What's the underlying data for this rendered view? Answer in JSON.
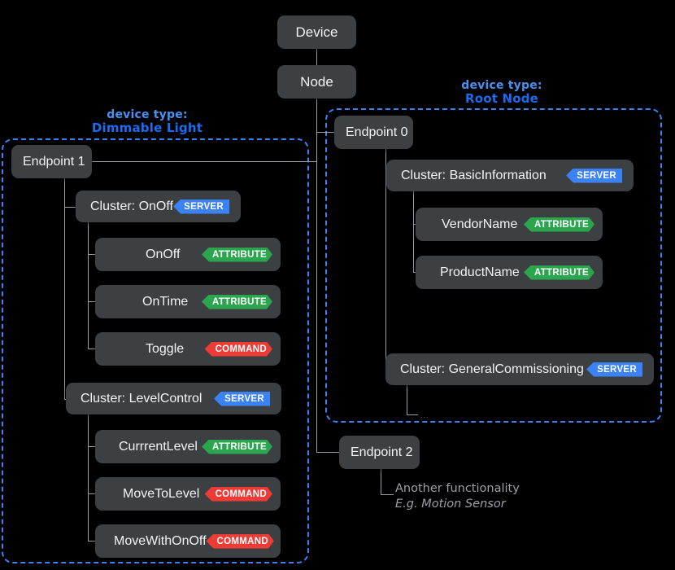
{
  "diagram": {
    "title_nodes": [
      {
        "id": "device",
        "label": "Device"
      },
      {
        "id": "node",
        "label": "Node"
      }
    ],
    "regions": [
      {
        "id": "dimmable-light",
        "caption_top": "device type:",
        "caption_name": "Dimmable Light",
        "color": "#3b82f6"
      },
      {
        "id": "root-node",
        "caption_top": "device type:",
        "caption_name": "Root Node",
        "color": "#3b82f6"
      }
    ],
    "endpoints": [
      {
        "id": "endpoint0",
        "label": "Endpoint 0"
      },
      {
        "id": "endpoint1",
        "label": "Endpoint 1"
      },
      {
        "id": "endpoint2",
        "label": "Endpoint 2"
      }
    ],
    "clusters": [
      {
        "id": "onoff",
        "label": "Cluster: OnOff",
        "badge": "SERVER"
      },
      {
        "id": "levelcontrol",
        "label": "Cluster: LevelControl",
        "badge": "SERVER"
      },
      {
        "id": "basicinfo",
        "label": "Cluster: BasicInformation",
        "badge": "SERVER"
      },
      {
        "id": "generalcomm",
        "label": "Cluster: GeneralCommissioning",
        "badge": "SERVER"
      }
    ],
    "leaves": [
      {
        "id": "onoff-attr",
        "label": "OnOff",
        "badge": "ATTRIBUTE",
        "kind": "attribute"
      },
      {
        "id": "ontime-attr",
        "label": "OnTime",
        "badge": "ATTRIBUTE",
        "kind": "attribute"
      },
      {
        "id": "toggle-cmd",
        "label": "Toggle",
        "badge": "COMMAND",
        "kind": "command"
      },
      {
        "id": "currentlevel-attr",
        "label": "CurrrentLevel",
        "badge": "ATTRIBUTE",
        "kind": "attribute"
      },
      {
        "id": "movetolevel-cmd",
        "label": "MoveToLevel",
        "badge": "COMMAND",
        "kind": "command"
      },
      {
        "id": "movewithonoff-cmd",
        "label": "MoveWithOnOff",
        "badge": "COMMAND",
        "kind": "command"
      },
      {
        "id": "vendorname-attr",
        "label": "VendorName",
        "badge": "ATTRIBUTE",
        "kind": "attribute"
      },
      {
        "id": "productname-attr",
        "label": "ProductName",
        "badge": "ATTRIBUTE",
        "kind": "attribute"
      }
    ],
    "annotations": [
      {
        "id": "endpoint2-note",
        "line1": "Another functionality",
        "line2": "E.g. Motion Sensor"
      }
    ],
    "ellipsis": "...",
    "colors": {
      "background": "#000000",
      "box_fill": "#3c4043",
      "box_text": "#f1f3f4",
      "connector": "#9aa0a6",
      "region_border": "#3b82f6",
      "badge_server": "#3b82f6",
      "badge_attribute": "#2ca64e",
      "badge_command": "#ef3b36",
      "note_text": "#9aa0a6"
    }
  }
}
